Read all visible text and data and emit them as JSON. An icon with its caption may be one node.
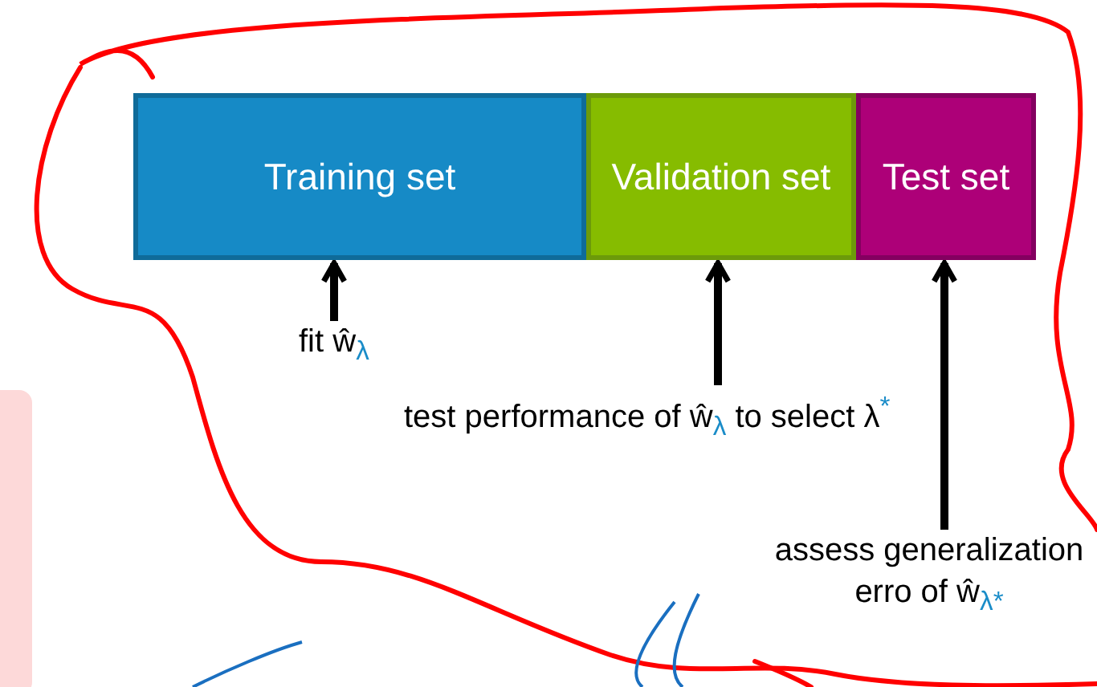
{
  "diagram": {
    "nodes": [
      {
        "text": [
          "Training set"
        ]
      },
      {
        "text": [
          "Validation set"
        ]
      },
      {
        "text": [
          "Test set"
        ]
      },
      {
        "text": [
          "fit ŵ$_{λ}$"
        ]
      },
      {
        "text": [
          "test performance of ŵ$_{λ}$ to select λ$^{*}$"
        ]
      },
      {
        "text": [
          "assess generalization erro of ŵ$_{λ*}$"
        ]
      }
    ],
    "edges": [
      {
        "from": 3,
        "to": 0,
        "arrow": "to"
      },
      {
        "from": 4,
        "to": 1,
        "arrow": "to"
      },
      {
        "from": 5,
        "to": 2,
        "arrow": "to"
      }
    ]
  }
}
